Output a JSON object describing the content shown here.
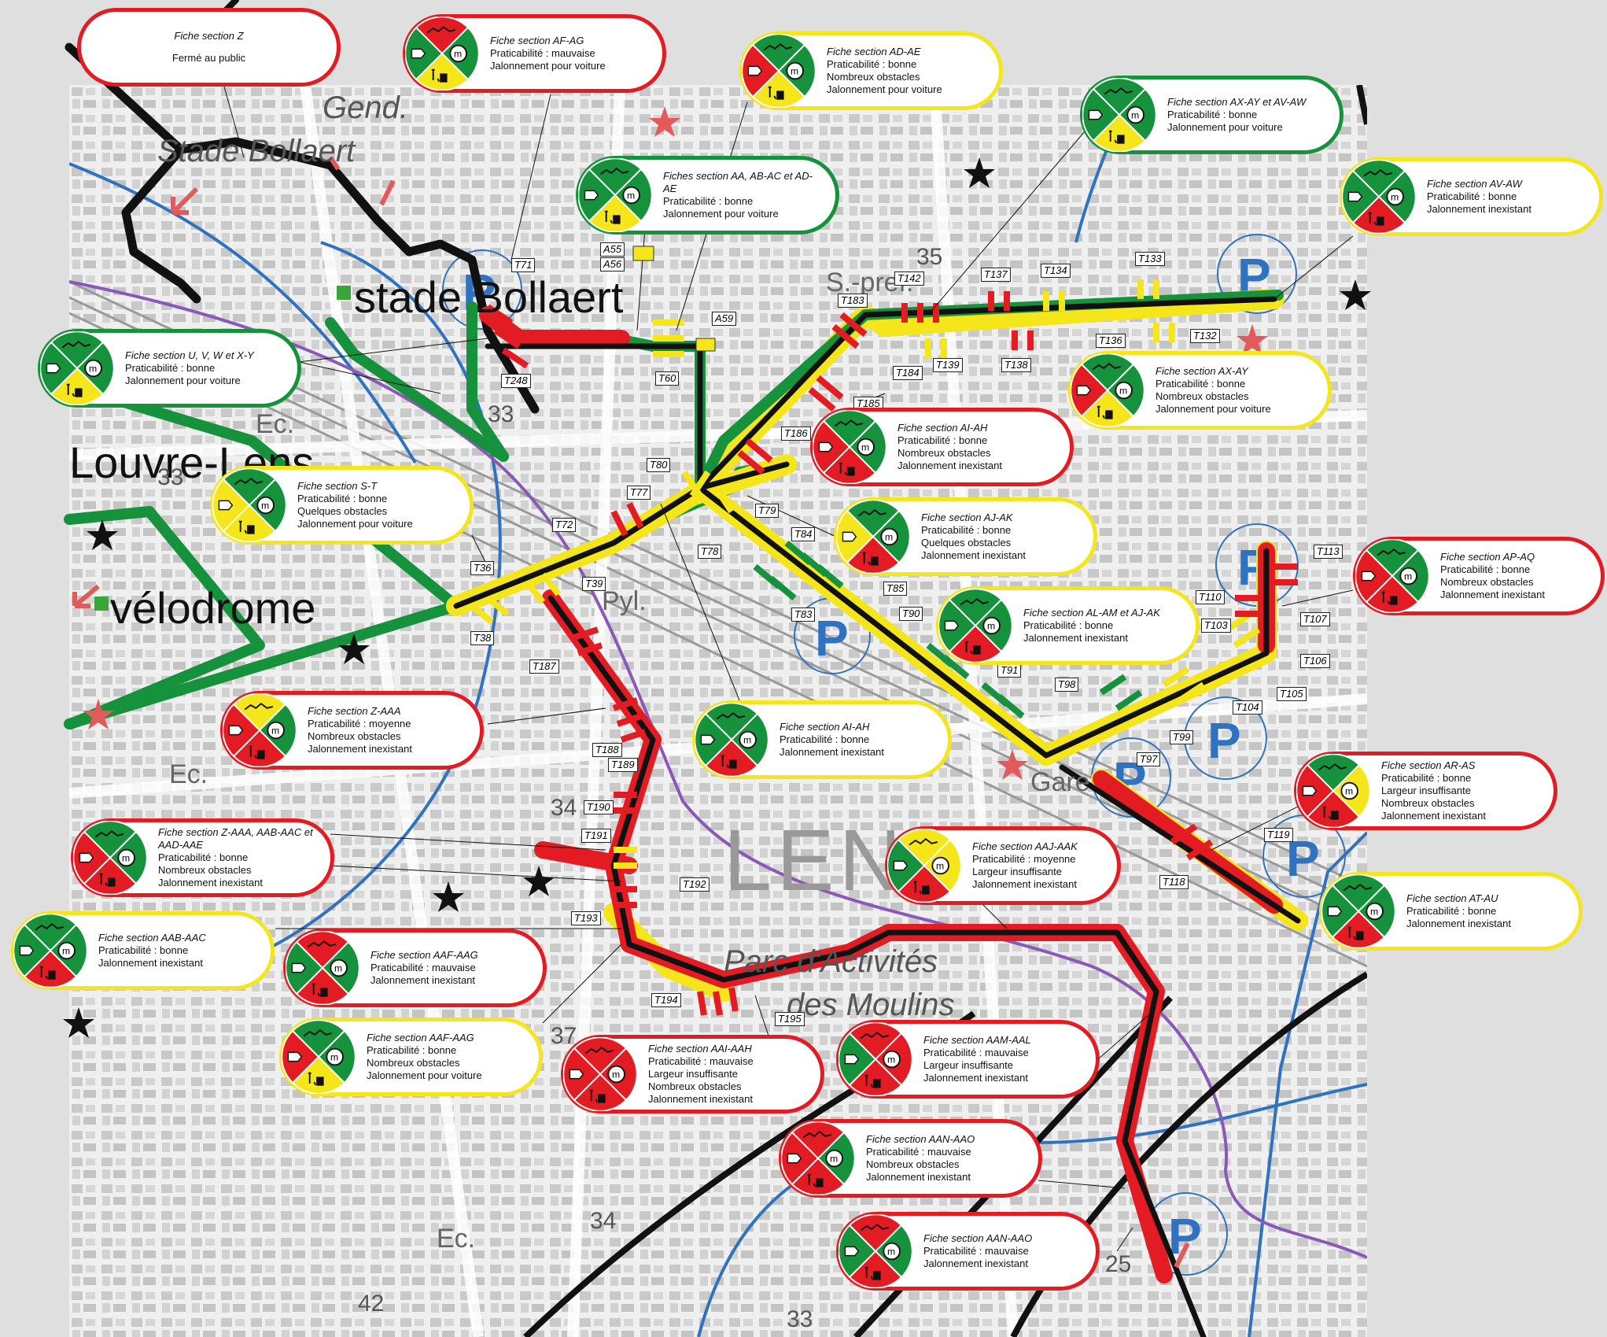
{
  "colors": {
    "red": "#e31b23",
    "green": "#17923c",
    "yellow": "#f5e51b",
    "black": "#111111",
    "blue": "#2f72c2",
    "purple": "#8a58b8"
  },
  "place_names": {
    "stade_bollaert": "stade Bollaert",
    "velodrome": "vélodrome",
    "louvre_lens": "Louvre-Lens",
    "lens": "LENS",
    "gend": "Gend.",
    "stade_bollaert_map": "Stade Bollaert",
    "parc": "Parc d'Activités",
    "moulins": "des Moulins",
    "spref": "S.-pref.",
    "gare": "Gare",
    "pyl": "Pyl.",
    "ec1": "Ec.",
    "ec2": "Ec.",
    "ec3": "Ec."
  },
  "map_numbers": [
    "33",
    "33",
    "34",
    "37",
    "35",
    "42",
    "33",
    "25",
    "34"
  ],
  "section_tags": [
    "T71",
    "T248",
    "T60",
    "A55",
    "A56",
    "A59",
    "T183",
    "T142",
    "T137",
    "T134",
    "T133",
    "T136",
    "T132",
    "T139",
    "T138",
    "T184",
    "T185",
    "T186",
    "T80",
    "T77",
    "T79",
    "T72",
    "T78",
    "T84",
    "T36",
    "T39",
    "T38",
    "T85",
    "T83",
    "T90",
    "T187",
    "T91",
    "T98",
    "T103",
    "T110",
    "T113",
    "T107",
    "T106",
    "T105",
    "T104",
    "T99",
    "T97",
    "T188",
    "T189",
    "T190",
    "T191",
    "T192",
    "T193",
    "T194",
    "T195",
    "T118",
    "T119"
  ],
  "parking_label": "P",
  "cards": [
    {
      "id": "z",
      "color": "red",
      "quadrants": [],
      "title": "Fiche section Z",
      "lines": [
        "Fermé au public"
      ]
    },
    {
      "id": "af-ag",
      "color": "red",
      "quadrants": [
        "red",
        "green",
        "yellow",
        "green"
      ],
      "title": "Fiche section AF-AG",
      "lines": [
        "Praticabilité : mauvaise",
        "Jalonnement pour voiture"
      ]
    },
    {
      "id": "ad-ae",
      "color": "yellow",
      "quadrants": [
        "green",
        "green",
        "yellow",
        "red"
      ],
      "title": "Fiche section AD-AE",
      "lines": [
        "Praticabilité : bonne",
        "Nombreux obstacles",
        "Jalonnement pour voiture"
      ]
    },
    {
      "id": "ax-ay-av-aw",
      "color": "green",
      "quadrants": [
        "green",
        "green",
        "yellow",
        "green"
      ],
      "title": "Fiche section AX-AY et AV-AW",
      "lines": [
        "Praticabilité : bonne",
        "Jalonnement pour voiture"
      ]
    },
    {
      "id": "aa-ab-ac",
      "color": "green",
      "quadrants": [
        "green",
        "green",
        "yellow",
        "green"
      ],
      "title": "Fiches section AA, AB-AC et AD-AE",
      "lines": [
        "Praticabilité : bonne",
        "Jalonnement pour voiture"
      ]
    },
    {
      "id": "av-aw",
      "color": "yellow",
      "quadrants": [
        "green",
        "green",
        "red",
        "green"
      ],
      "title": "Fiche section AV-AW",
      "lines": [
        "Praticabilité : bonne",
        "Jalonnement inexistant"
      ]
    },
    {
      "id": "u-v-w-x-y",
      "color": "green",
      "quadrants": [
        "green",
        "green",
        "yellow",
        "green"
      ],
      "title": "Fiche section U, V, W et X-Y",
      "lines": [
        "Praticabilité : bonne",
        "Jalonnement pour voiture"
      ]
    },
    {
      "id": "ax-ay",
      "color": "yellow",
      "quadrants": [
        "green",
        "green",
        "yellow",
        "red"
      ],
      "title": "Fiche section AX-AY",
      "lines": [
        "Praticabilité : bonne",
        "Nombreux obstacles",
        "Jalonnement pour voiture"
      ]
    },
    {
      "id": "ai-ah-1",
      "color": "red",
      "quadrants": [
        "green",
        "green",
        "red",
        "red"
      ],
      "title": "Fiche section AI-AH",
      "lines": [
        "Praticabilité : bonne",
        "Nombreux obstacles",
        "Jalonnement inexistant"
      ]
    },
    {
      "id": "s-t",
      "color": "yellow",
      "quadrants": [
        "green",
        "green",
        "yellow",
        "yellow"
      ],
      "title": "Fiche section S-T",
      "lines": [
        "Praticabilité : bonne",
        "Quelques obstacles",
        "Jalonnement pour voiture"
      ]
    },
    {
      "id": "aj-ak",
      "color": "yellow",
      "quadrants": [
        "green",
        "green",
        "red",
        "yellow"
      ],
      "title": "Fiche section AJ-AK",
      "lines": [
        "Praticabilité : bonne",
        "Quelques obstacles",
        "Jalonnement inexistant"
      ]
    },
    {
      "id": "ap-aq",
      "color": "red",
      "quadrants": [
        "green",
        "green",
        "red",
        "red"
      ],
      "title": "Fiche section AP-AQ",
      "lines": [
        "Praticabilité : bonne",
        "Nombreux obstacles",
        "Jalonnement inexistant"
      ]
    },
    {
      "id": "al-am-aj-ak",
      "color": "yellow",
      "quadrants": [
        "green",
        "green",
        "red",
        "green"
      ],
      "title": "Fiche section AL-AM et AJ-AK",
      "lines": [
        "Praticabilité : bonne",
        "Jalonnement inexistant"
      ]
    },
    {
      "id": "z-aaa",
      "color": "red",
      "quadrants": [
        "yellow",
        "green",
        "red",
        "red"
      ],
      "title": "Fiche section Z-AAA",
      "lines": [
        "Praticabilité : moyenne",
        "Nombreux obstacles",
        "Jalonnement inexistant"
      ]
    },
    {
      "id": "ai-ah-2",
      "color": "yellow",
      "quadrants": [
        "green",
        "green",
        "red",
        "green"
      ],
      "title": "Fiche section AI-AH",
      "lines": [
        "Praticabilité : bonne",
        "Jalonnement inexistant"
      ]
    },
    {
      "id": "ar-as",
      "color": "red",
      "quadrants": [
        "green",
        "yellow",
        "red",
        "red"
      ],
      "title": "Fiche section AR-AS",
      "lines": [
        "Praticabilité : bonne",
        "Largeur insuffisante",
        "Nombreux obstacles",
        "Jalonnement inexistant"
      ]
    },
    {
      "id": "z-aaa-aab",
      "color": "red",
      "quadrants": [
        "green",
        "green",
        "red",
        "red"
      ],
      "title": "Fiche section Z-AAA, AAB-AAC et AAD-AAE",
      "lines": [
        "Praticabilité : bonne",
        "Nombreux obstacles",
        "Jalonnement inexistant"
      ]
    },
    {
      "id": "aaj-aak",
      "color": "red",
      "quadrants": [
        "yellow",
        "yellow",
        "red",
        "green"
      ],
      "title": "Fiche section AAJ-AAK",
      "lines": [
        "Praticabilité : moyenne",
        "Largeur insuffisante",
        "Jalonnement inexistant"
      ]
    },
    {
      "id": "at-au",
      "color": "yellow",
      "quadrants": [
        "green",
        "green",
        "red",
        "green"
      ],
      "title": "Fiche section AT-AU",
      "lines": [
        "Praticabilité : bonne",
        "Jalonnement inexistant"
      ]
    },
    {
      "id": "aab-aac",
      "color": "yellow",
      "quadrants": [
        "green",
        "green",
        "red",
        "green"
      ],
      "title": "Fiche section AAB-AAC",
      "lines": [
        "Praticabilité : bonne",
        "Jalonnement inexistant"
      ]
    },
    {
      "id": "aaf-aag-1",
      "color": "red",
      "quadrants": [
        "red",
        "green",
        "red",
        "green"
      ],
      "title": "Fiche section AAF-AAG",
      "lines": [
        "Praticabilité : mauvaise",
        "Jalonnement inexistant"
      ]
    },
    {
      "id": "aaf-aag-2",
      "color": "yellow",
      "quadrants": [
        "green",
        "green",
        "yellow",
        "red"
      ],
      "title": "Fiche section AAF-AAG",
      "lines": [
        "Praticabilité : bonne",
        "Nombreux obstacles",
        "Jalonnement pour voiture"
      ]
    },
    {
      "id": "aai-aah",
      "color": "red",
      "quadrants": [
        "red",
        "red",
        "red",
        "red"
      ],
      "title": "Fiche section AAI-AAH",
      "lines": [
        "Praticabilité : mauvaise",
        "Largeur insuffisante",
        "Nombreux obstacles",
        "Jalonnement inexistant"
      ]
    },
    {
      "id": "aam-aal",
      "color": "red",
      "quadrants": [
        "red",
        "red",
        "red",
        "green"
      ],
      "title": "Fiche section AAM-AAL",
      "lines": [
        "Praticabilité : mauvaise",
        "Largeur insuffisante",
        "Jalonnement inexistant"
      ]
    },
    {
      "id": "aan-aao-1",
      "color": "red",
      "quadrants": [
        "red",
        "green",
        "red",
        "red"
      ],
      "title": "Fiche section AAN-AAO",
      "lines": [
        "Praticabilité : mauvaise",
        "Nombreux obstacles",
        "Jalonnement inexistant"
      ]
    },
    {
      "id": "aan-aao-2",
      "color": "red",
      "quadrants": [
        "red",
        "green",
        "red",
        "green"
      ],
      "title": "Fiche section AAN-AAO",
      "lines": [
        "Praticabilité : mauvaise",
        "Jalonnement inexistant"
      ]
    }
  ]
}
